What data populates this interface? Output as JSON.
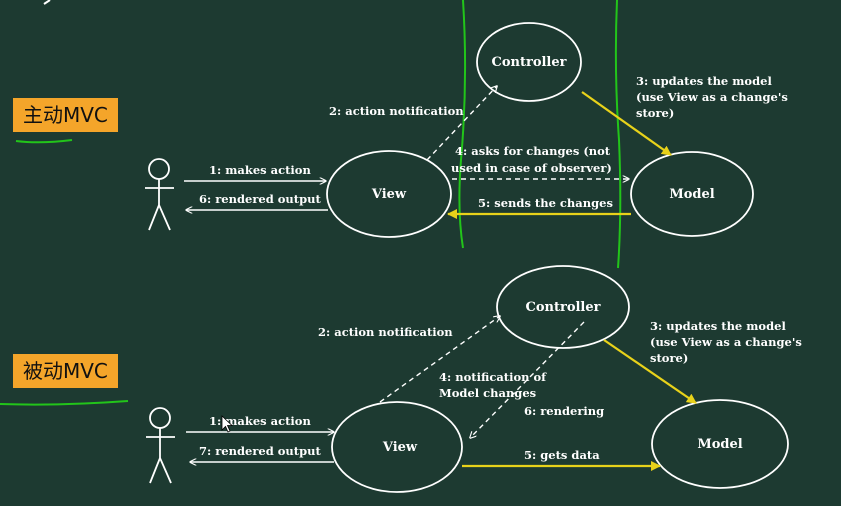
{
  "sections": [
    {
      "title": "主动MVC",
      "nodes": {
        "controller": "Controller",
        "view": "View",
        "model": "Model"
      },
      "edges": {
        "makes_action": "1: makes action",
        "rendered_output": "6: rendered output",
        "action_notification": "2: action notification",
        "updates_model": [
          "3: updates the model",
          "(use View as a change's",
          "store)"
        ],
        "asks_for_changes": [
          "4: asks for changes (not",
          "used in case of observer)"
        ],
        "sends_changes": "5: sends the changes"
      }
    },
    {
      "title": "被动MVC",
      "nodes": {
        "controller": "Controller",
        "view": "View",
        "model": "Model"
      },
      "edges": {
        "makes_action": "1: makes action",
        "rendered_output": "7: rendered output",
        "action_notification": "2: action notification",
        "updates_model": [
          "3: updates the model",
          "(use View as a change's",
          "store)"
        ],
        "notification_model_changes": [
          "4: notification of",
          "Model changes"
        ],
        "gets_data": "5: gets data",
        "rendering": "6: rendering"
      }
    }
  ],
  "colors": {
    "background": "#1d3a31",
    "line": "#ffffff",
    "highlight": "#e8d21a",
    "annotation": "#22c41a",
    "badge": "#f4a52a"
  }
}
